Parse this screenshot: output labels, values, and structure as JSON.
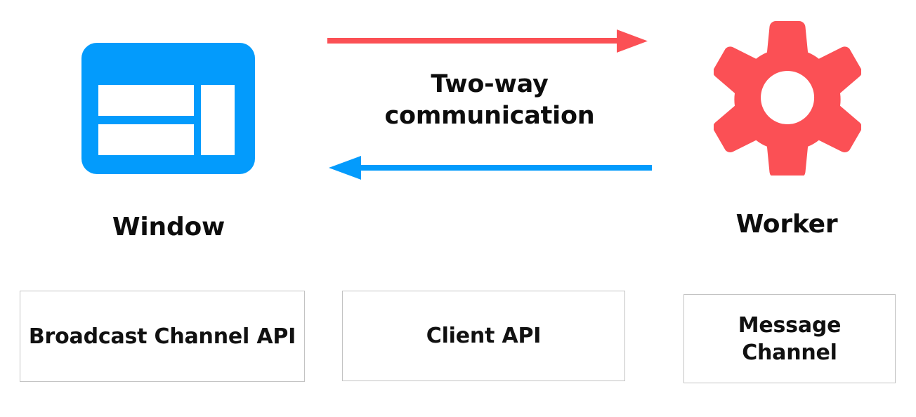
{
  "diagram": {
    "title": "Two-way communication between Window and Worker",
    "colors": {
      "blue": "#039BFC",
      "red": "#FB5055",
      "text": "#0d0d0d",
      "box_border": "#c3c3c3",
      "background": "#ffffff"
    },
    "center_caption": {
      "line1": "Two-way",
      "line2": "communication"
    },
    "nodes": [
      {
        "id": "window",
        "label": "Window",
        "icon": "browser-window-icon",
        "color": "#039BFC"
      },
      {
        "id": "worker",
        "label": "Worker",
        "icon": "gear-icon",
        "color": "#FB5055"
      }
    ],
    "arrows": [
      {
        "id": "window-to-worker",
        "direction": "right",
        "color": "#FB5055",
        "from": "window",
        "to": "worker"
      },
      {
        "id": "worker-to-window",
        "direction": "left",
        "color": "#039BFC",
        "from": "worker",
        "to": "window"
      }
    ],
    "api_boxes": [
      {
        "id": "broadcast-channel-api",
        "label": "Broadcast Channel API"
      },
      {
        "id": "client-api",
        "label": "Client API"
      },
      {
        "id": "message-channel",
        "label": "Message Channel"
      }
    ]
  }
}
